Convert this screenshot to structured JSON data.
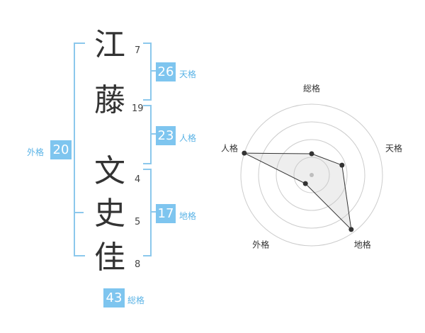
{
  "names": [
    {
      "char": "江",
      "strokes": "7"
    },
    {
      "char": "藤",
      "strokes": "19"
    },
    {
      "char": "文",
      "strokes": "4"
    },
    {
      "char": "史",
      "strokes": "5"
    },
    {
      "char": "佳",
      "strokes": "8"
    }
  ],
  "fortunes": {
    "ten": {
      "value": "26",
      "label": "天格"
    },
    "jin": {
      "value": "23",
      "label": "人格"
    },
    "chi": {
      "value": "17",
      "label": "地格"
    },
    "gai": {
      "value": "20",
      "label": "外格"
    },
    "sou": {
      "value": "43",
      "label": "総格"
    }
  },
  "colors": {
    "accent": "#7ec5ef",
    "bracket": "#8cc8ec"
  },
  "chart_data": {
    "type": "radar",
    "axes": [
      "総格",
      "天格",
      "地格",
      "外格",
      "人格"
    ],
    "values": [
      0.3,
      0.45,
      0.95,
      0.15,
      1.0
    ],
    "range": [
      0,
      1
    ],
    "rings": 4
  }
}
